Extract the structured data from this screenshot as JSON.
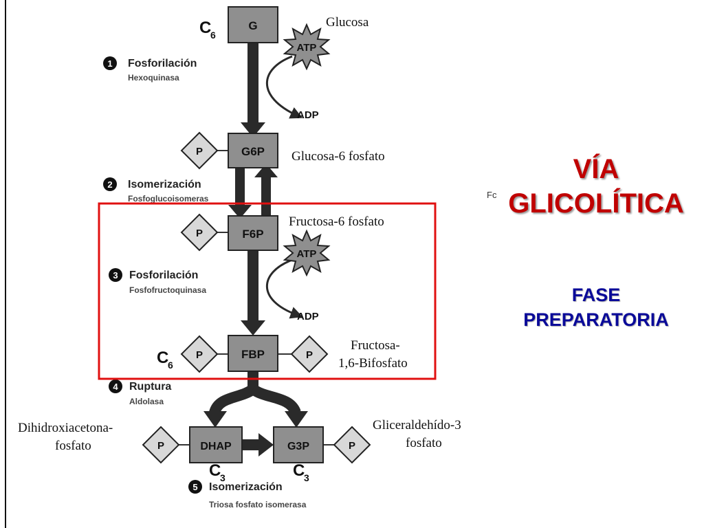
{
  "slide": {
    "title_line1": "VÍA",
    "title_line2": "GLICOLÍTICA",
    "subtitle_line1": "FASE",
    "subtitle_line2": "PREPARATORIA",
    "colors": {
      "title": "#c00000",
      "subtitle": "#0a0a99",
      "highlight_box": "#e01010",
      "node_fill": "#8f8f8f",
      "phosphate_fill": "#d8d8d8",
      "arrow": "#2a2a2a"
    }
  },
  "diagram": {
    "nodes": {
      "g": "G",
      "g6p": "G6P",
      "f6p": "F6P",
      "fbp": "FBP",
      "dhap": "DHAP",
      "g3p": "G3P"
    },
    "phosphate": "P",
    "atp": "ATP",
    "adp": "ADP",
    "carbon_prefix": "C",
    "c6": "6",
    "c3": "3",
    "metabolites": {
      "glucosa": "Glucosa",
      "g6p": "Glucosa-6 fosfato",
      "f6p": "Fructosa-6 fosfato",
      "fbp_line1": "Fructosa-",
      "fbp_line2": "1,6-Bifosfato",
      "dhap_line1": "Dihidroxiacetona-",
      "dhap_line2": "fosfato",
      "g3p_line1": "Gliceraldehído-3",
      "g3p_line2": "fosfato"
    },
    "steps": [
      {
        "number": "1",
        "name": "Fosforilación",
        "enzyme": "Hexoquinasa"
      },
      {
        "number": "2",
        "name": "Isomerización",
        "enzyme": "Fosfoglucoisomeras"
      },
      {
        "number": "3",
        "name": "Fosforilación",
        "enzyme": "Fosfofructoquinasa"
      },
      {
        "number": "4",
        "name": "Ruptura",
        "enzyme": "Aldolasa"
      },
      {
        "number": "5",
        "name": "Isomerización",
        "enzyme": "Triosa fosfato isomerasa"
      }
    ],
    "stray_text": "Fc"
  }
}
